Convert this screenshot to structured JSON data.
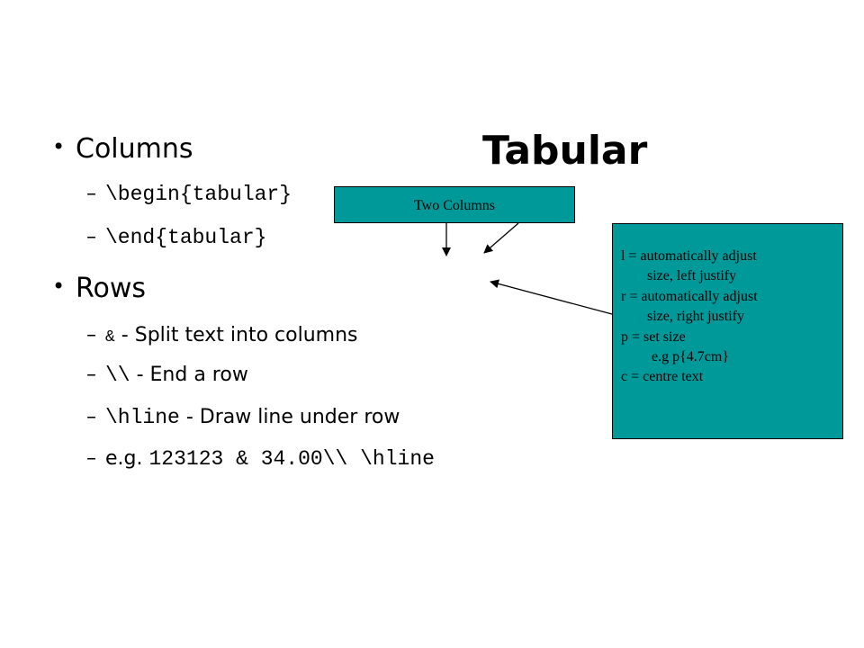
{
  "slide": {
    "title": "Tabular",
    "columns_bullet": "Columns",
    "begin_cmd": "\\begin{tabular}",
    "end_cmd": "\\end{tabular}",
    "rows_bullet": "Rows",
    "row_items": [
      {
        "code": "&",
        "text": " - Split text into columns"
      },
      {
        "code": "\\\\",
        "text": " - End a row"
      },
      {
        "code": "\\hline",
        "text": " - Draw line under row"
      }
    ],
    "example_prefix": "e.g. ",
    "example_code": "123123 & 34.00\\\\ \\hline",
    "dash": "–",
    "bullet": "•"
  },
  "callouts": {
    "two_columns": "Two Columns",
    "legend": [
      "l = automatically adjust",
      "size, left justify",
      "r = automatically adjust",
      "size, right justify",
      "p = set size",
      "e.g p{4.7cm}",
      "c = centre text"
    ],
    "fill_color": "#009999"
  }
}
